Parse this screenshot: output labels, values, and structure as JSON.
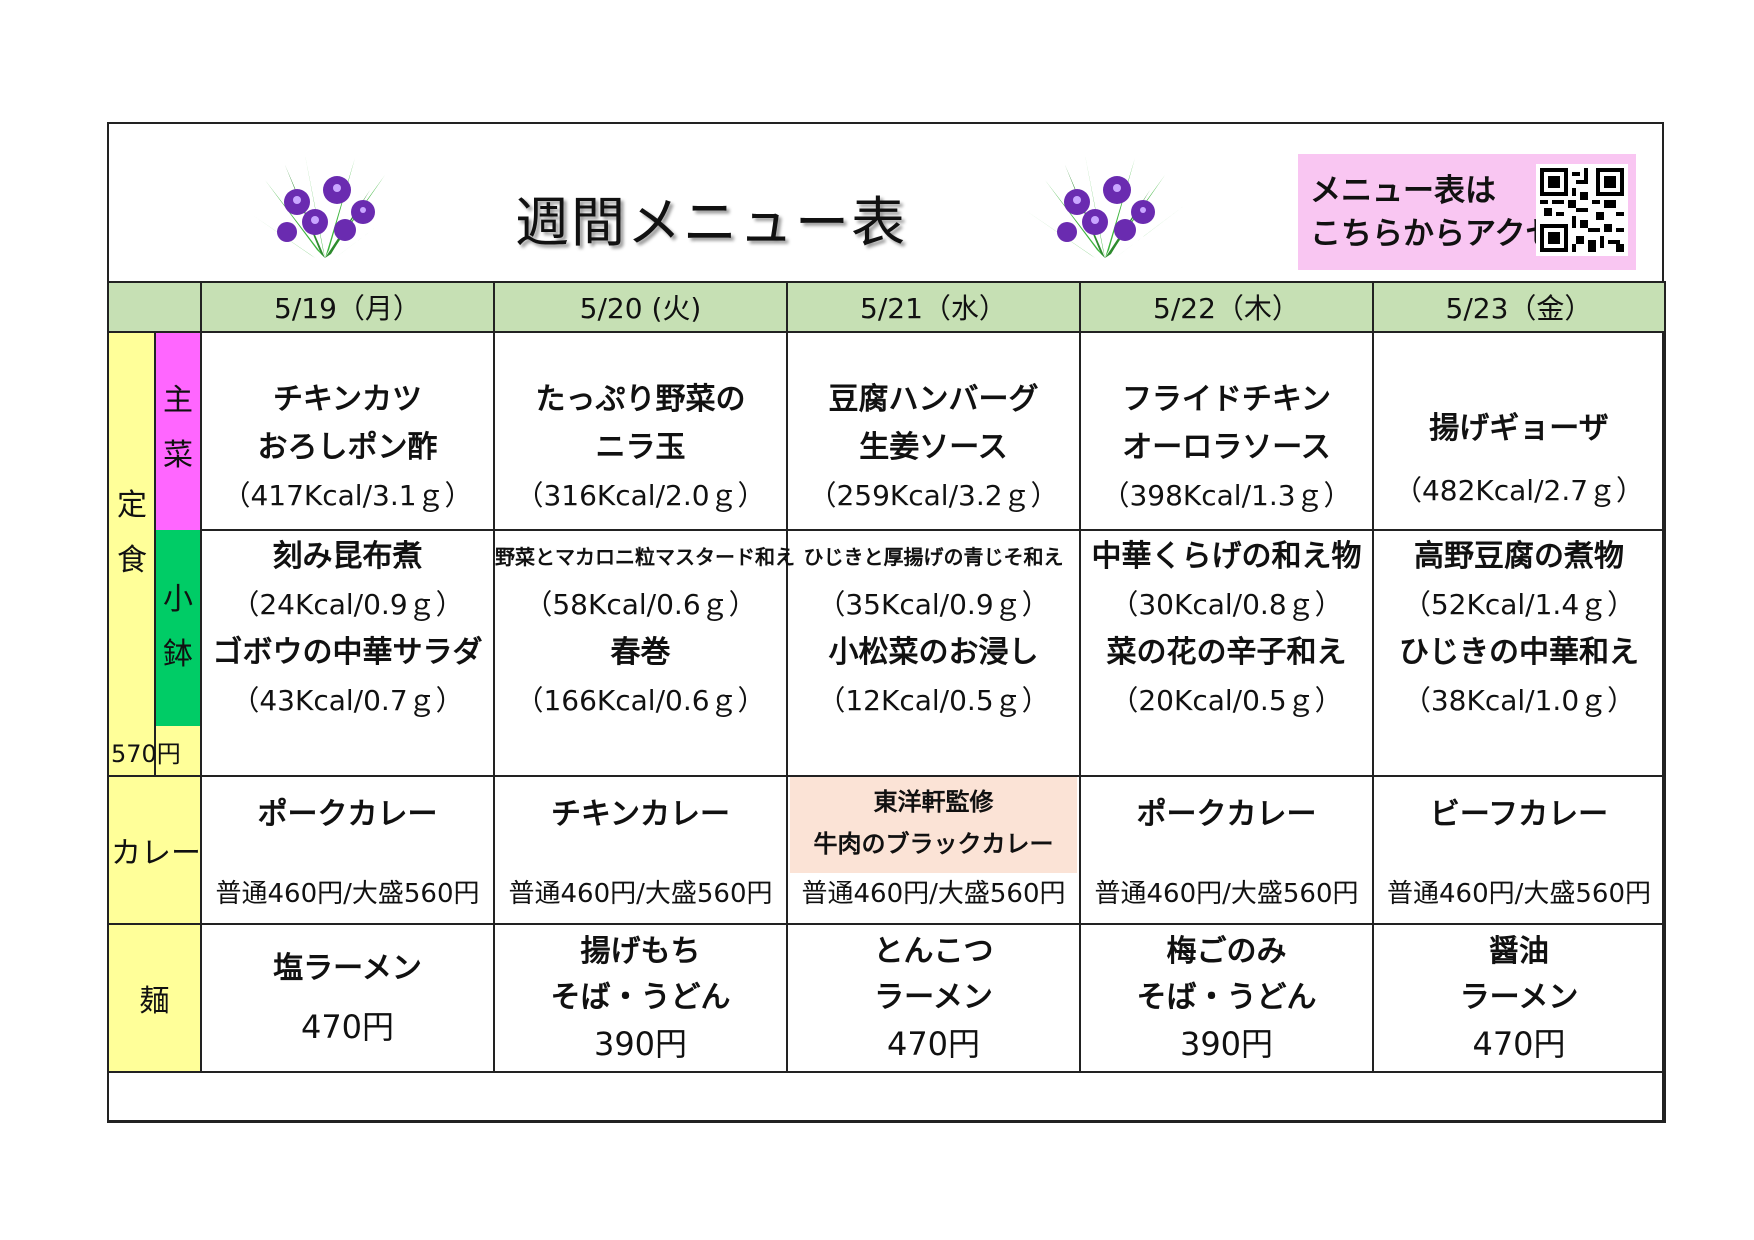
{
  "title": "週間メニュー表",
  "qr_notice": {
    "line1": "メニュー表は",
    "line2": "こちらからアクセス"
  },
  "days": [
    "5/19（月）",
    "5/20 (火)",
    "5/21（水）",
    "5/22（木）",
    "5/23（金）"
  ],
  "labels": {
    "teishoku": "定食",
    "shusai": "主菜",
    "kobachi": "小鉢",
    "teishoku_price": "570円",
    "curry": "カレー",
    "noodle": "麺"
  },
  "main_dishes": [
    {
      "name": [
        "チキンカツ",
        "おろしポン酢"
      ],
      "info": "（417Kcal/3.1ｇ）"
    },
    {
      "name": [
        "たっぷり野菜の",
        "ニラ玉"
      ],
      "info": "（316Kcal/2.0ｇ）"
    },
    {
      "name": [
        "豆腐ハンバーグ",
        "生姜ソース"
      ],
      "info": "（259Kcal/3.2ｇ）"
    },
    {
      "name": [
        "フライドチキン",
        "オーロラソース"
      ],
      "info": "（398Kcal/1.3ｇ）"
    },
    {
      "name": [
        "揚げギョーザ"
      ],
      "info": "（482Kcal/2.7ｇ）"
    }
  ],
  "side_dishes": [
    {
      "a": "刻み昆布煮",
      "a_info": "（24Kcal/0.9ｇ）",
      "b": "ゴボウの中華サラダ",
      "b_info": "（43Kcal/0.7ｇ）"
    },
    {
      "a": "野菜とマカロニ粒マスタード和え",
      "a_info": "（58Kcal/0.6ｇ）",
      "b": "春巻",
      "b_info": "（166Kcal/0.6ｇ）"
    },
    {
      "a": "ひじきと厚揚げの青じそ和え",
      "a_info": "（35Kcal/0.9ｇ）",
      "b": "小松菜のお浸し",
      "b_info": "（12Kcal/0.5ｇ）"
    },
    {
      "a": "中華くらげの和え物",
      "a_info": "（30Kcal/0.8ｇ）",
      "b": "菜の花の辛子和え",
      "b_info": "（20Kcal/0.5ｇ）"
    },
    {
      "a": "高野豆腐の煮物",
      "a_info": "（52Kcal/1.4ｇ）",
      "b": "ひじきの中華和え",
      "b_info": "（38Kcal/1.0ｇ）"
    }
  ],
  "curries": [
    {
      "name": [
        "ポークカレー"
      ],
      "price": "普通460円/大盛560円"
    },
    {
      "name": [
        "チキンカレー"
      ],
      "price": "普通460円/大盛560円"
    },
    {
      "name": [
        "東洋軒監修",
        "牛肉のブラックカレー"
      ],
      "price": "普通460円/大盛560円"
    },
    {
      "name": [
        "ポークカレー"
      ],
      "price": "普通460円/大盛560円"
    },
    {
      "name": [
        "ビーフカレー"
      ],
      "price": "普通460円/大盛560円"
    }
  ],
  "noodles": [
    {
      "name": [
        "塩ラーメン"
      ],
      "price": "470円"
    },
    {
      "name": [
        "揚げもち",
        "そば・うどん"
      ],
      "price": "390円"
    },
    {
      "name": [
        "とんこつ",
        "ラーメン"
      ],
      "price": "470円"
    },
    {
      "name": [
        "梅ごのみ",
        "そば・うどん"
      ],
      "price": "390円"
    },
    {
      "name": [
        "醤油",
        "ラーメン"
      ],
      "price": "470円"
    }
  ],
  "colors": {
    "header_green": "#c6e0b4",
    "label_yellow": "#ffff99",
    "shusai_magenta": "#ff66ff",
    "kobachi_green": "#00cc66",
    "highlight_peach": "#fbe3d6",
    "qr_pink": "#f9c6f2"
  },
  "icons": [
    "iris-flower-icon",
    "qr-code-icon"
  ]
}
